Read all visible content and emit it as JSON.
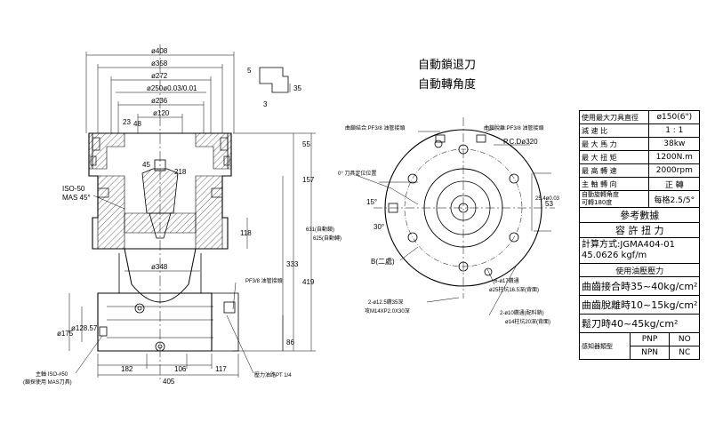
{
  "titles": {
    "line1": "自動鎖退刀",
    "line2": "自動轉角度"
  },
  "dims_top": [
    "ø408",
    "ø358",
    "ø272",
    "ø250ø0.03/0.01",
    "ø236",
    "ø120"
  ],
  "dims_small": {
    "d23": "23",
    "d48": "48",
    "d45": "45",
    "d218": "218",
    "d55": "55",
    "d157": "157",
    "d118": "118",
    "d5": "5",
    "d35": "35",
    "d3": "3"
  },
  "dims_lower": {
    "d348": "ø348",
    "d333": "333",
    "d419": "419",
    "d631": "631(自動鎖)",
    "d625": "625(自動轉)",
    "d86": "86",
    "d175": "ø175",
    "d128": "ø128.57",
    "d182": "182",
    "d106": "106",
    "d117": "117",
    "d405": "405"
  },
  "labels": {
    "iso50": "ISO-50",
    "mas45": "MAS 45°",
    "pf_outlet": "PF3/8 油管接頭",
    "pf_unlock": "曲鎖結合:PF3/8 油管接頭",
    "pf_release": "曲鎖脫離:PF3/8 油管接頭",
    "pcd": "P.C.Dø320",
    "zero": "0° 刀具定位位置",
    "d15": "15°",
    "d30": "30°",
    "d25": "25.4ø0.03",
    "d53": "53",
    "b_label": "B(二處)",
    "holes6": "6-ø17鑽通",
    "holes6b": "ø25柱坑16.5深(背面)",
    "holes2a": "2-ø12.5鑽35深",
    "holes2b": "攻M14XP2.0X30深",
    "holes2c": "2-ø10鑽通(配料銷)",
    "holes2d": "ø14柱坑20深(背面)",
    "main_iso": "主軸 ISO-#50",
    "main_iso2": "(鎖探使用 MAS刀具)",
    "pressure_in": "壓力油路PT 1/4"
  },
  "spec": {
    "rows": [
      {
        "k": "使用最大刀具直徑",
        "v": "ø150(6\")"
      },
      {
        "k": "減 速 比",
        "v": "1 : 1"
      },
      {
        "k": "最 大 馬 力",
        "v": "38kw"
      },
      {
        "k": "最 大 扭 矩",
        "v": "1200N.m"
      },
      {
        "k": "最 高 轉 速",
        "v": "2000rpm"
      },
      {
        "k": "主 軸 轉 向",
        "v": "正 轉"
      }
    ],
    "rot_k1": "自動旋轉角度",
    "rot_k2": "可轉180度",
    "rot_v": "每格2.5/5°",
    "ref": "參考數據",
    "torque_title": "容 許 扭 力",
    "torque1": "計算方式:JGMA404-01",
    "torque2": "45.0626 kgf/m",
    "oil_title": "使用油壓壓力",
    "oil1": "曲齒接合時35~40kg/cm²",
    "oil2": "曲齒脫離時10~15kg/cm²",
    "oil3": "鬆刀時40~45kg/cm²",
    "sensor": "感知器類型",
    "pnp": "PNP",
    "npn": "NPN",
    "no": "NO",
    "nc": "NC"
  }
}
